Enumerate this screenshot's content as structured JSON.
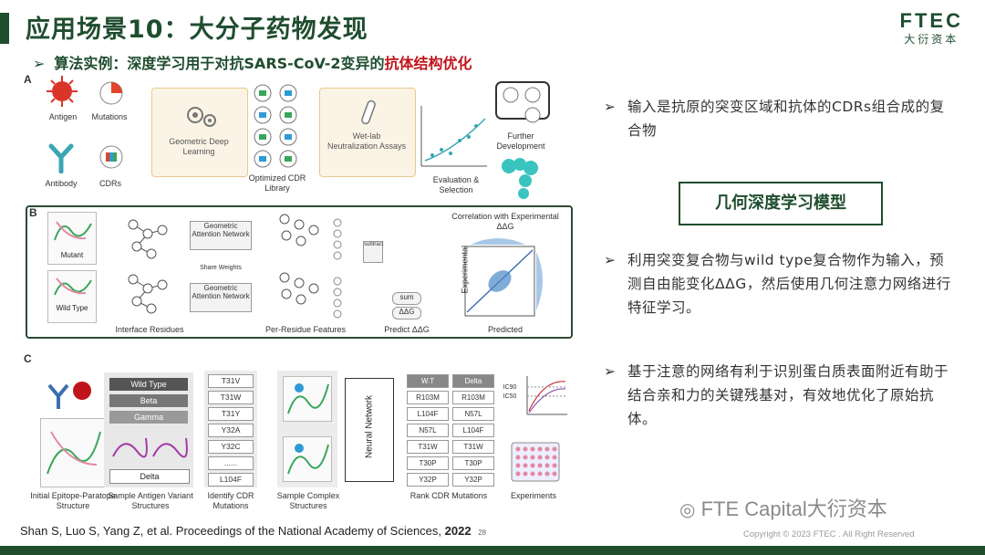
{
  "title": "应用场景10：大分子药物发现",
  "subtitle": {
    "arrow": "➢",
    "prefix": "算法实例：深度学习用于对抗SARS-CoV-2变异的",
    "highlight": "抗体结构优化"
  },
  "logo": {
    "top": "FTEC",
    "bottom": "大衍资本"
  },
  "figure": {
    "panelA": {
      "letter": "A",
      "antigen": "Antigen",
      "mutations": "Mutations",
      "antibody": "Antibody",
      "cdrs": "CDRs",
      "gdl": "Geometric Deep Learning",
      "optimized": "Optimized CDR Library",
      "wetlab": "Wet-lab Neutralization Assays",
      "evaluation": "Evaluation & Selection",
      "further": "Further Development"
    },
    "panelB": {
      "letter": "B",
      "mutant": "Mutant",
      "wild_type": "Wild Type",
      "interface": "Interface Residues",
      "gan1": "Geometric Attention Network",
      "share": "Share Weights",
      "gan2": "Geometric Attention Network",
      "per_residue": "Per-Residue Features",
      "subtract": "subtract",
      "sum": "sum",
      "ddg": "ΔΔG",
      "predict": "Predict ΔΔG",
      "corr": "Correlation with Experimental ΔΔG",
      "experimental": "Experimental",
      "predicted": "Predicted"
    },
    "panelC": {
      "letter": "C",
      "variants": [
        "Wild Type",
        "Beta",
        "Gamma",
        "Delta"
      ],
      "cdr_mutations": [
        "T31V",
        "T31W",
        "T31Y",
        "Y32A",
        "Y32C",
        "......",
        "L104F"
      ],
      "neural_network": "Neural Network",
      "rank_headers": [
        "W.T",
        "Delta"
      ],
      "rank_rows": [
        [
          "R103M",
          "R103M"
        ],
        [
          "L104F",
          "N57L"
        ],
        [
          "N57L",
          "L104F"
        ],
        [
          "T31W",
          "T31W"
        ],
        [
          "T30P",
          "T30P"
        ],
        [
          "Y32P",
          "Y32P"
        ]
      ],
      "ic90": "IC90",
      "ic50": "IC50",
      "initial": "Initial Epitope-Paratope Structure",
      "sample_antigen": "Sample Antigen Variant Structures",
      "identify": "Identify CDR Mutations",
      "sample_complex": "Sample Complex Structures",
      "rank": "Rank CDR Mutations",
      "experiments": "Experiments"
    }
  },
  "bullets": [
    {
      "arrow": "➢",
      "text": "输入是抗原的突变区域和抗体的CDRs组合成的复合物"
    },
    {
      "arrow": "➢",
      "text": "利用突变复合物与wild type复合物作为输入，预测自由能变化ΔΔG，然后使用几何注意力网络进行特征学习。"
    },
    {
      "arrow": "➢",
      "text": "基于注意的网络有利于识别蛋白质表面附近有助于结合亲和力的关键残基对，有效地优化了原始抗体。"
    }
  ],
  "model_box": "几何深度学习模型",
  "citation": {
    "text": "Shan S, Luo S, Yang Z, et al. Proceedings of the National Academy of Sciences,",
    "year": "2022",
    "page": "28"
  },
  "watermark": "FTE Capital大衍资本",
  "copyright": "Copyright © 2023 FTEC . All Right Reserved",
  "colors": {
    "brand": "#1f4d2e",
    "highlight": "#c0141a",
    "chevron": "#e6c98a"
  }
}
